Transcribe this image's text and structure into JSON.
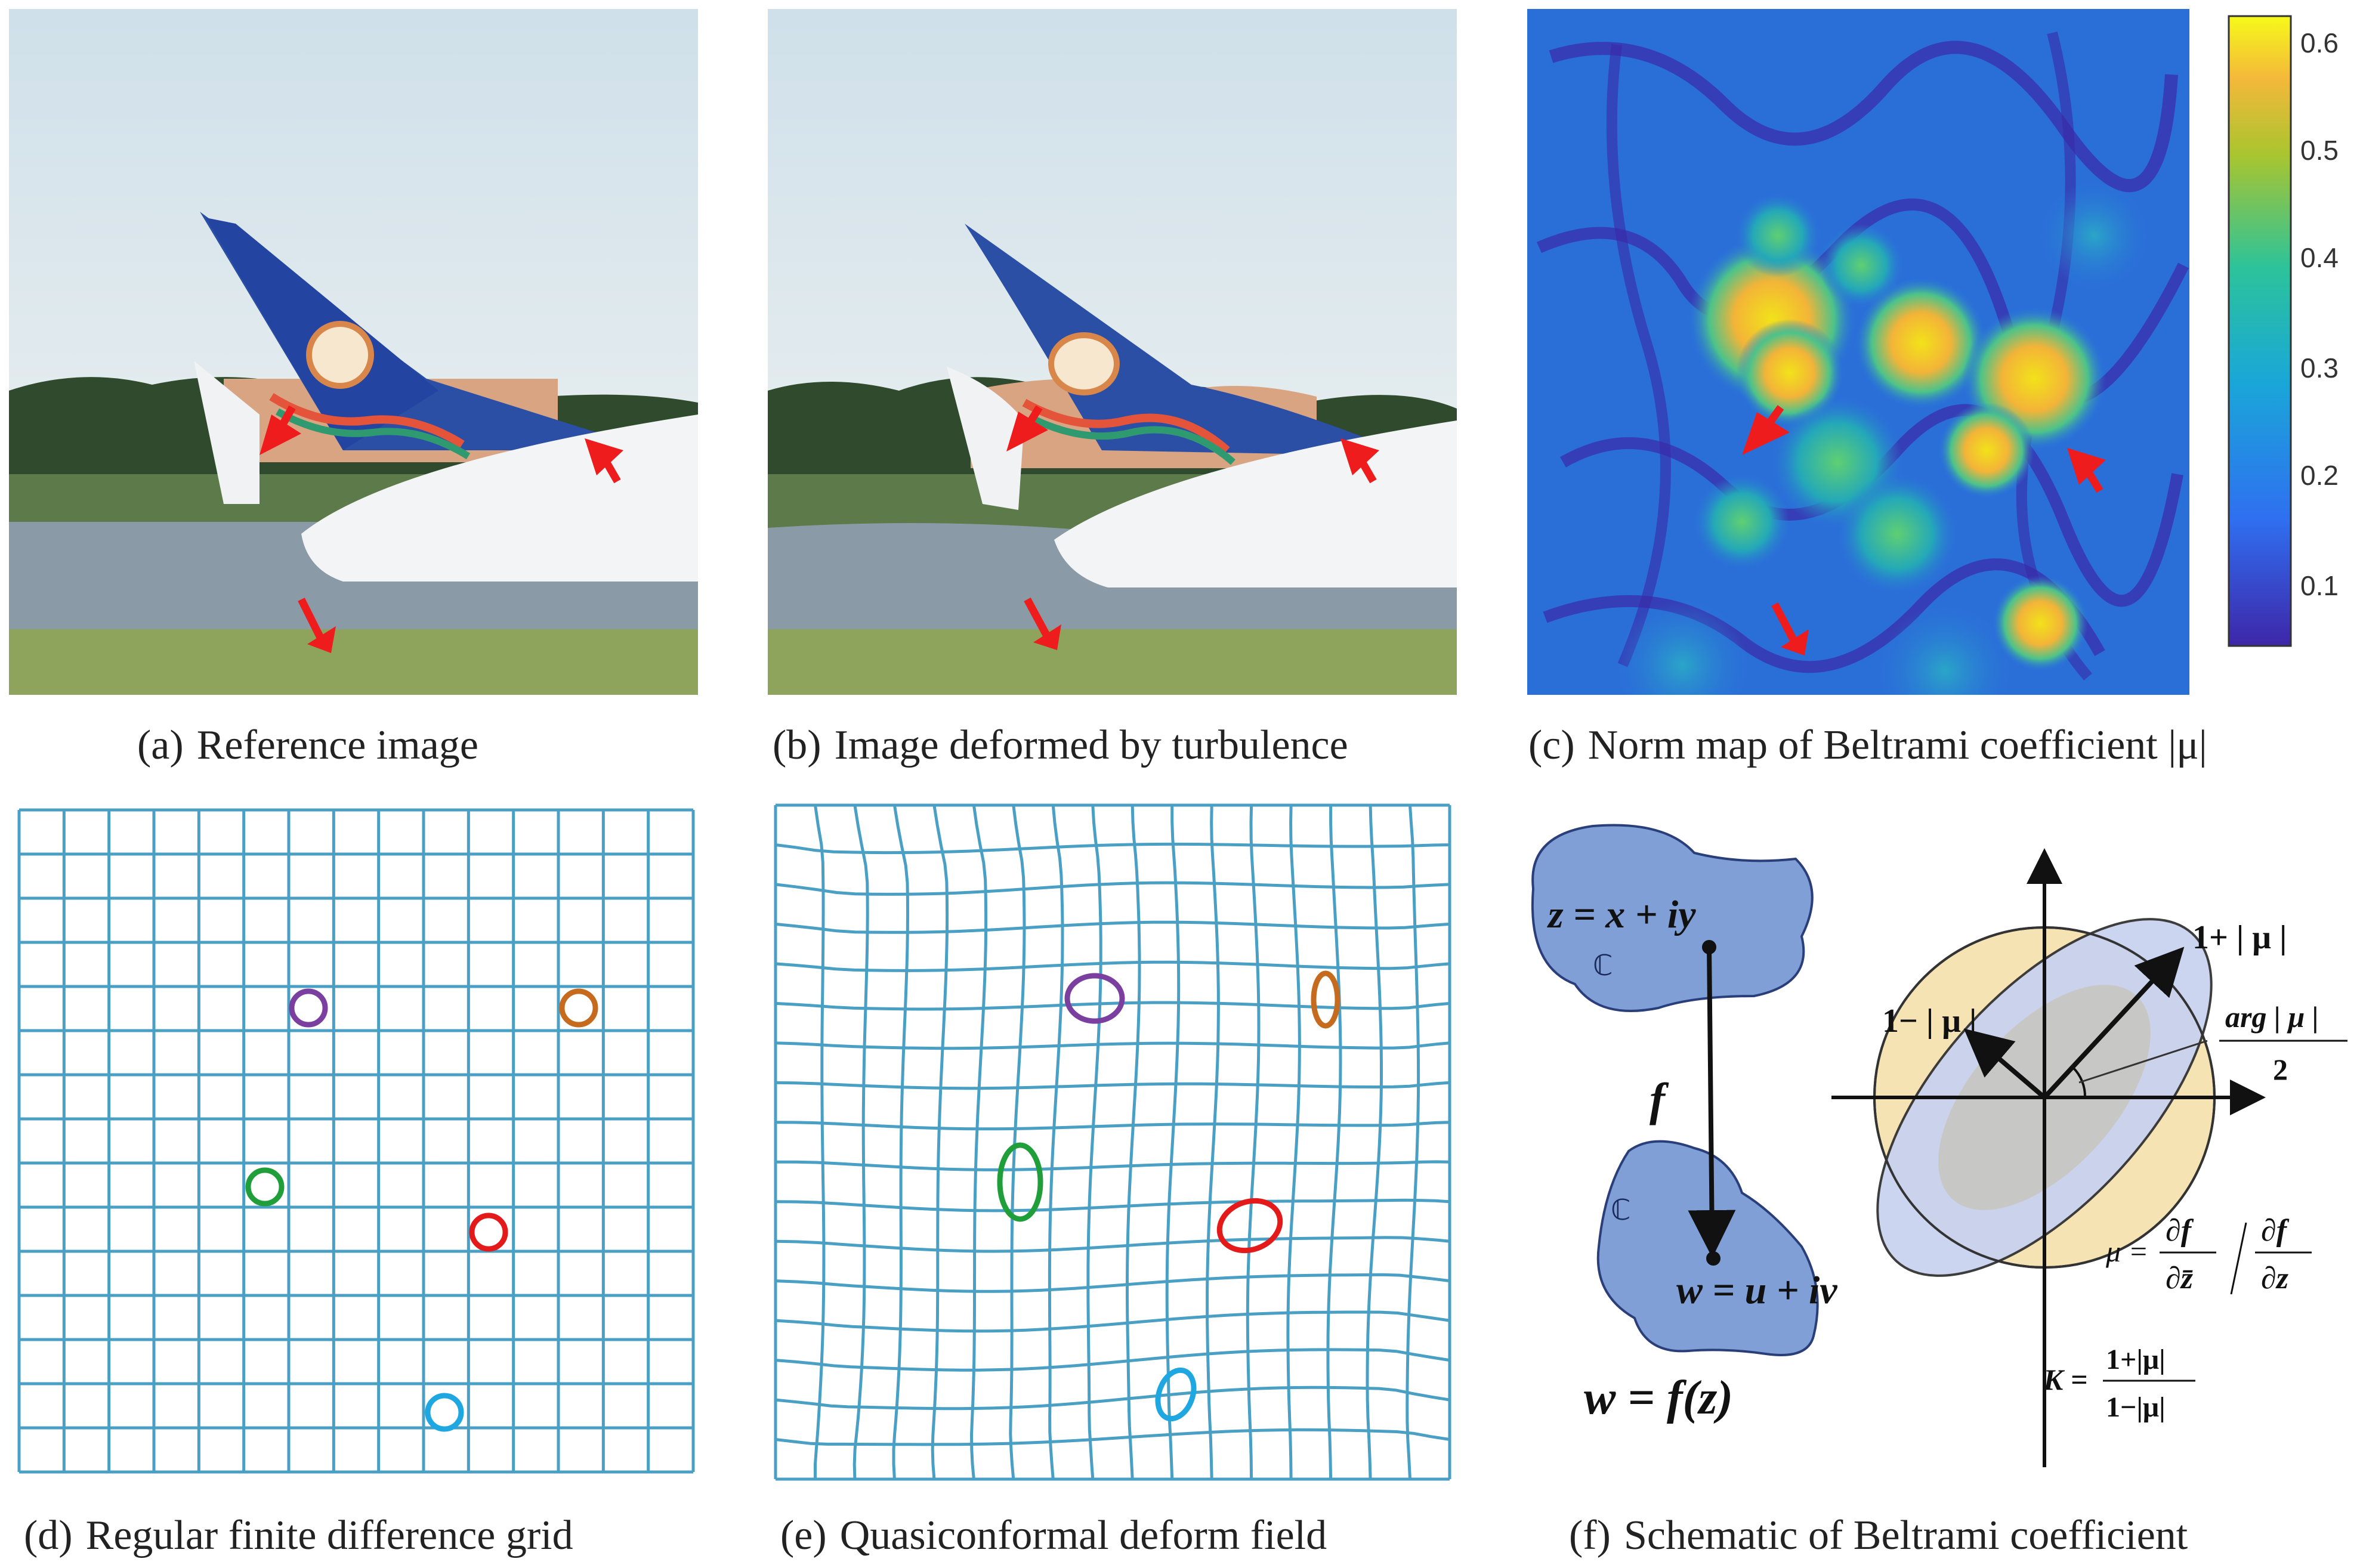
{
  "panels": {
    "a": {
      "label": "(a)",
      "caption": "Reference image"
    },
    "b": {
      "label": "(b)",
      "caption": "Image deformed by turbulence"
    },
    "c": {
      "label": "(c)",
      "caption": "Norm map of Beltrami coefficient |μ|",
      "colorbar": {
        "ticks": [
          "0.6",
          "0.5",
          "0.4",
          "0.3",
          "0.2",
          "0.1"
        ]
      }
    },
    "d": {
      "label": "(d)",
      "caption": "Regular finite difference grid"
    },
    "e": {
      "label": "(e)",
      "caption": "Quasiconformal deform field"
    },
    "f": {
      "label": "(f)",
      "caption": "Schematic of Beltrami coefficient",
      "z_eq": "z = x + iy",
      "w_eq": "w = u + iv",
      "domain_symbol": "ℂ",
      "map_label": "f",
      "map_eq": "w = f(z)",
      "major_axis": "1+ | μ |",
      "minor_axis": "1− | μ |",
      "angle_num": "arg | μ |",
      "angle_den": "2",
      "mu_lhs": "μ =",
      "mu_num1": "∂f",
      "mu_den1": "∂z̄",
      "mu_num2": "∂f",
      "mu_den2": "∂z",
      "k_lhs": "K =",
      "k_num": "1+|μ|",
      "k_den": "1−|μ|"
    }
  },
  "colors": {
    "grid_line": "#4a9fc4",
    "arrow": "#ee1c1c",
    "circle_purple": "#7b3fa0",
    "circle_orange": "#c66a1e",
    "circle_green": "#1f9e3a",
    "circle_red": "#e41a1a",
    "circle_cyan": "#1ea7e0",
    "blob_fill": "#7f9fd6",
    "ellipse_yellow": "#f6e3b4",
    "ellipse_blue": "#c9d3f0"
  }
}
